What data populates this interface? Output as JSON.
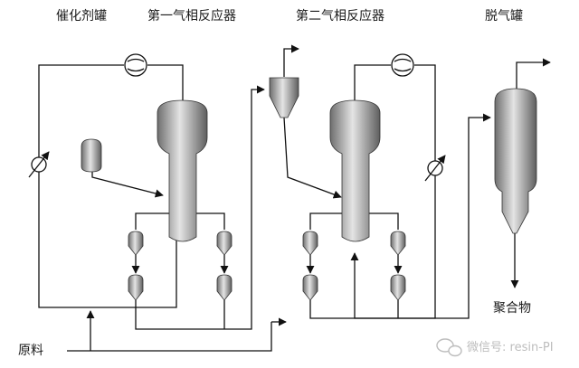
{
  "labels": {
    "catalyst_tank": "催化剂罐",
    "reactor1": "第一气相反应器",
    "reactor2": "第二气相反应器",
    "degassing_tank": "脱气罐",
    "feedstock": "原料",
    "polymer": "聚合物"
  },
  "watermark": "微信号: resin-PI",
  "colors": {
    "vessel_dark": "#6e6e6e",
    "vessel_light": "#e4e4e4",
    "line": "#111111",
    "watermark": "#bdbdbd"
  },
  "icons": {
    "pump": "pump-icon",
    "valve": "control-valve-icon",
    "wechat": "wechat-icon"
  }
}
